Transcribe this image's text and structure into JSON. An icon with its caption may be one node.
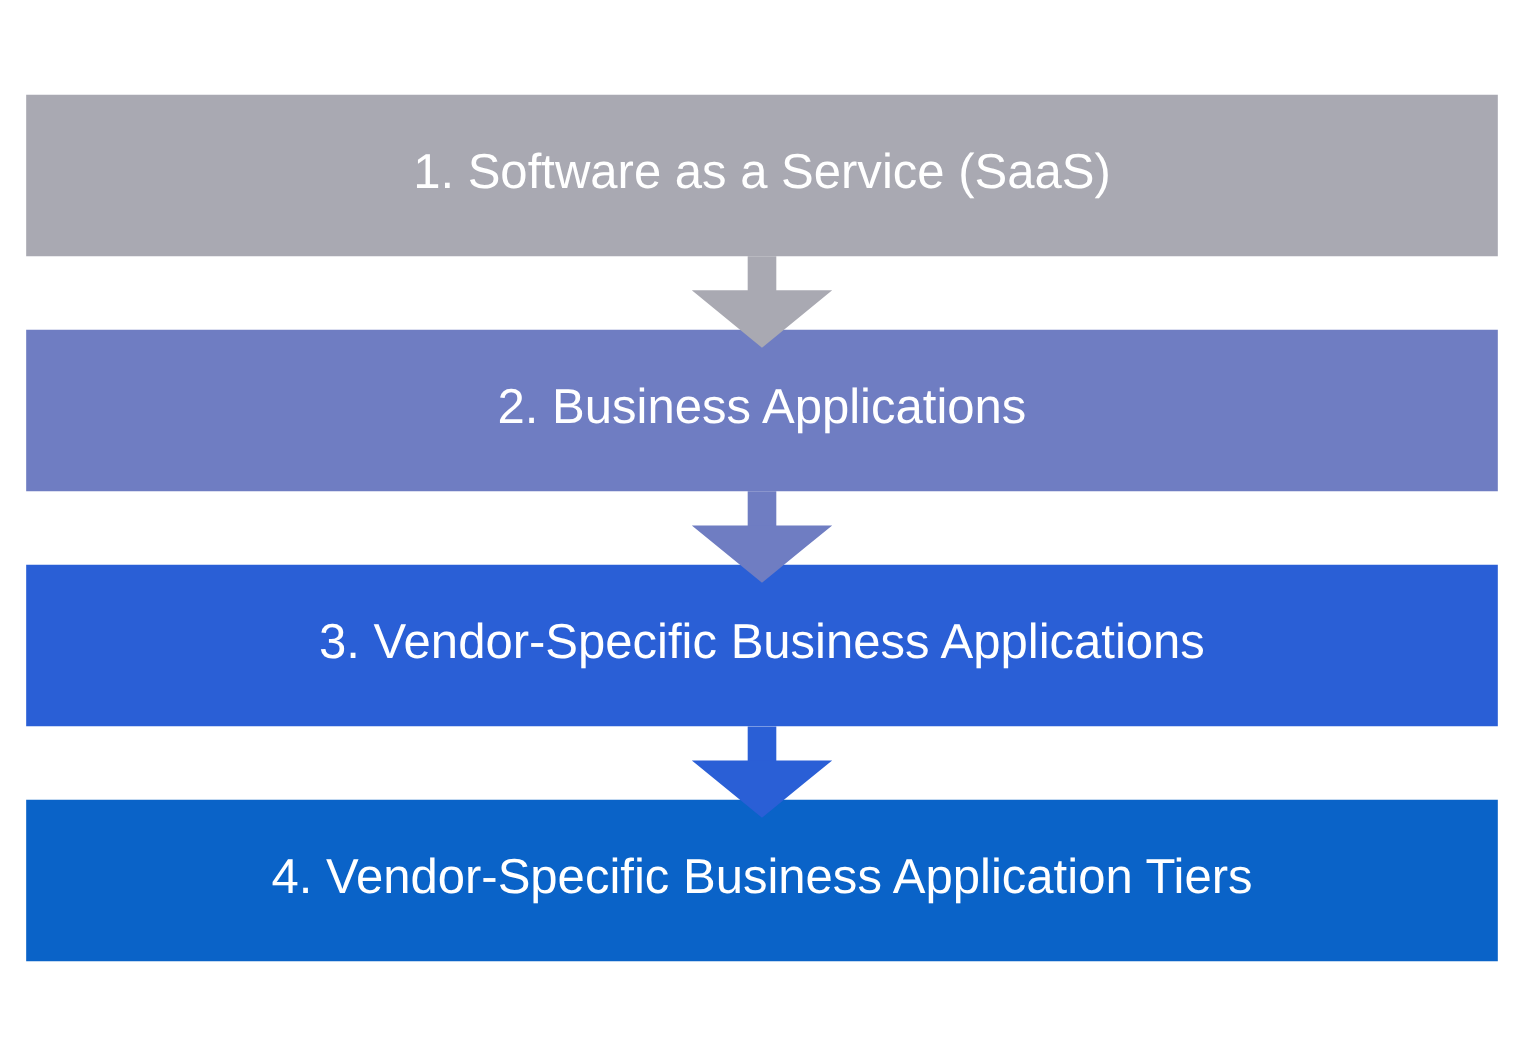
{
  "diagram": {
    "nodes": [
      {
        "text": [
          "1. Software as a Service (SaaS)"
        ]
      },
      {
        "text": [
          "2. Business Applications"
        ]
      },
      {
        "text": [
          "3. Vendor-Specific Business Applications"
        ]
      },
      {
        "text": [
          "4. Vendor-Specific Business Application Tiers"
        ]
      }
    ],
    "edges": [
      {
        "from": 0,
        "to": 1,
        "arrow": "to",
        "color": "#a9a9b2"
      },
      {
        "from": 1,
        "to": 2,
        "arrow": "to",
        "color": "#6f7dc2"
      },
      {
        "from": 2,
        "to": 3,
        "arrow": "to",
        "color": "#2a5fd6"
      }
    ]
  }
}
